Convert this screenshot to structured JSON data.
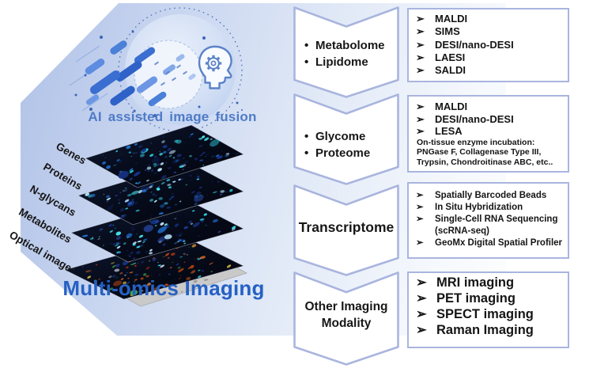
{
  "ui": {
    "bullet": "•",
    "arrow_bullet": "➢"
  },
  "left_panel": {
    "ai_caption": "AI assisted  image fusion",
    "title": "Multi-omics Imaging",
    "layers": [
      "Genes",
      "Proteins",
      "N-glycans",
      "Metabolites",
      "Optical image"
    ]
  },
  "rows": [
    {
      "categories": [
        "Metabolome",
        "Lipidome"
      ],
      "items": [
        "MALDI",
        "SIMS",
        "DESI/nano-DESI",
        "LAESI",
        "SALDI"
      ]
    },
    {
      "categories": [
        "Glycome",
        "Proteome"
      ],
      "items": [
        "MALDI",
        "DESI/nano-DESI",
        "LESA"
      ],
      "note": [
        "On-tissue enzyme incubation:",
        "PNGase F, Collagenase Type III,",
        "Trypsin, Chondroitinase ABC, etc.."
      ]
    },
    {
      "label": "Transcriptome",
      "items": [
        "Spatially Barcoded Beads",
        "In Situ Hybridization",
        "Single-Cell RNA Sequencing (scRNA-seq)",
        "GeoMx Digital Spatial Profiler"
      ]
    },
    {
      "label": "Other Imaging Modality",
      "items": [
        "MRI imaging",
        "PET imaging",
        "SPECT imaging",
        "Raman Imaging"
      ]
    }
  ],
  "colors": {
    "outline": "#a9b5de",
    "title_blue": "#2660c4",
    "caption_blue": "#4f7bc7"
  }
}
